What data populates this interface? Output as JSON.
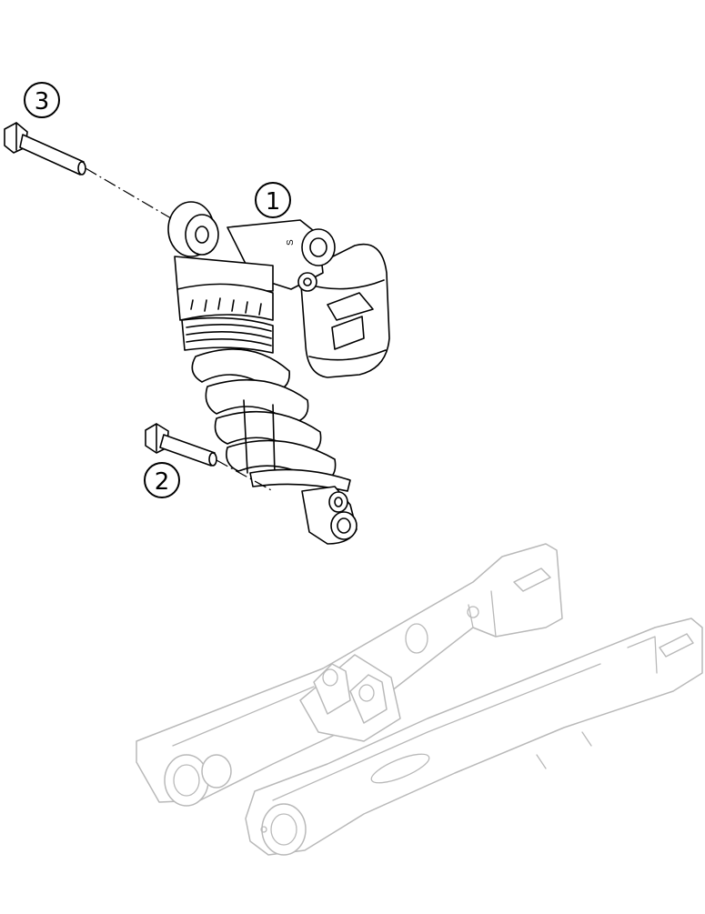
{
  "callouts": [
    {
      "id": "callout-1",
      "label": "1"
    },
    {
      "id": "callout-2",
      "label": "2"
    },
    {
      "id": "callout-3",
      "label": "3"
    }
  ],
  "part_markings": {
    "spring_adjust_letter": "S"
  }
}
